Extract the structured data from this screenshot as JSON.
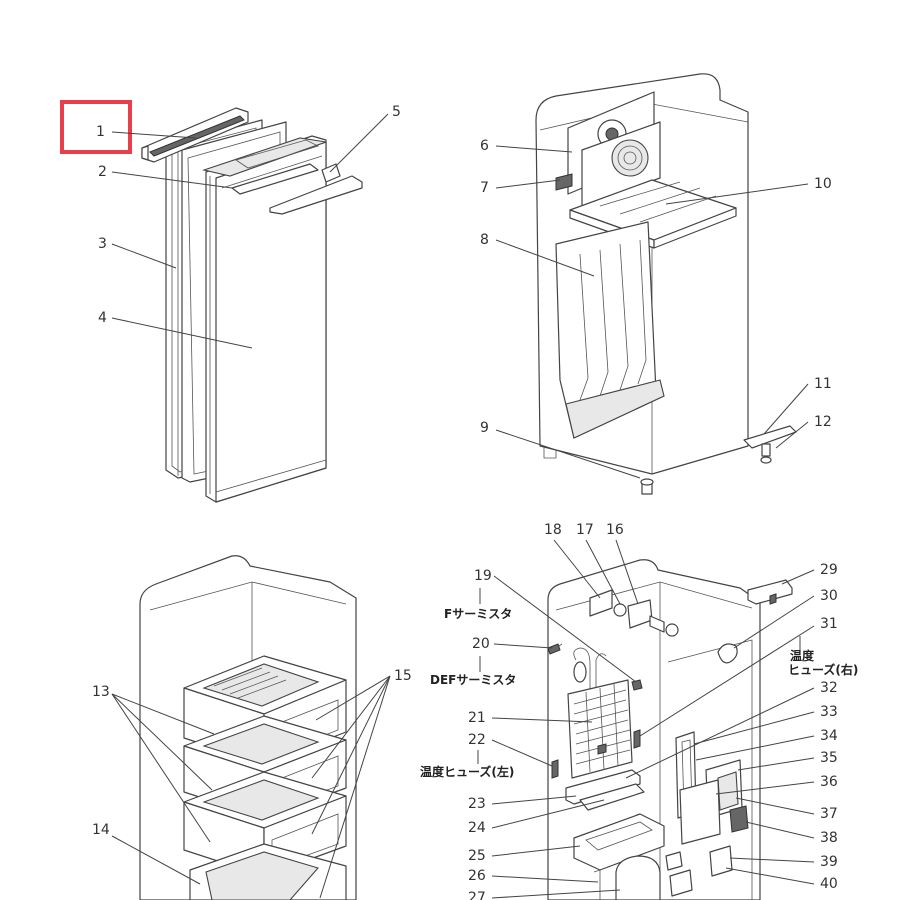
{
  "highlight": {
    "target": "1",
    "color": "#e8404a"
  },
  "parts": {
    "p1": "1",
    "p2": "2",
    "p3": "3",
    "p4": "4",
    "p5": "5",
    "p6": "6",
    "p7": "7",
    "p8": "8",
    "p9": "9",
    "p10": "10",
    "p11": "11",
    "p12": "12",
    "p13": "13",
    "p14": "14",
    "p15": "15",
    "p16": "16",
    "p17": "17",
    "p18": "18",
    "p19": "19",
    "p20": "20",
    "p21": "21",
    "p22": "22",
    "p23": "23",
    "p24": "24",
    "p25": "25",
    "p26": "26",
    "p27": "27",
    "p29": "29",
    "p30": "30",
    "p31": "31",
    "p32": "32",
    "p33": "33",
    "p34": "34",
    "p35": "35",
    "p36": "36",
    "p37": "37",
    "p38": "38",
    "p39": "39",
    "p40": "40"
  },
  "labels": {
    "f_thermistor": "Fサーミスタ",
    "def_thermistor": "DEFサーミスタ",
    "fuse_right_1": "温度",
    "fuse_right_2": "ヒューズ(右)",
    "fuse_left": "温度ヒューズ(左)"
  }
}
